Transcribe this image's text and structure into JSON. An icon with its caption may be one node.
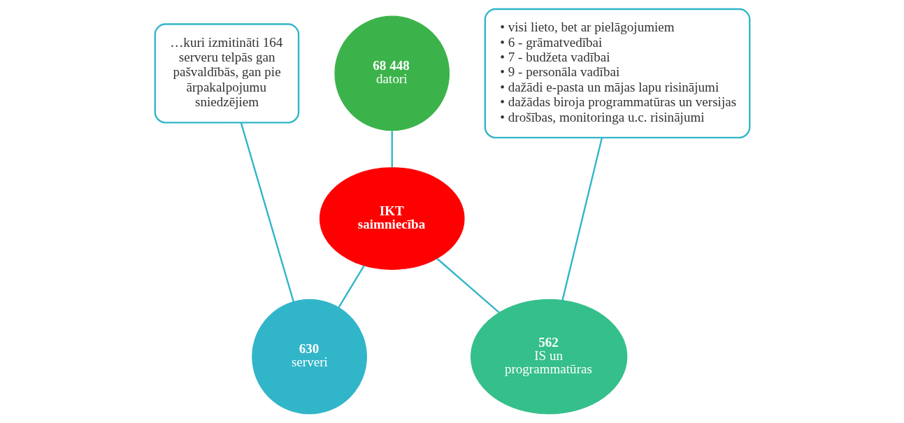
{
  "diagram": {
    "nodes": [
      {
        "text": [
          "IKT saimniecība"
        ]
      },
      {
        "text": [
          "68 448",
          "datori"
        ]
      },
      {
        "text": [
          "630",
          "serveri"
        ]
      },
      {
        "text": [
          "562",
          "IS un programmatūras"
        ]
      },
      {
        "text": [
          "…kuri izmitināti 164 serveru telpās gan pašvaldībās, gan pie ārpakalpojumu sniedzējiem"
        ]
      },
      {
        "text": [
          "• visi lieto, bet ar pielāgojumiem",
          "• 6 - grāmatvedībai",
          "• 7 - budžeta vadībai",
          "• 9 - personāla vadībai",
          "• dažādi e-pasta un mājas lapu risinājumi",
          "• dažādas biroja programmatūras un versijas",
          "• drošības, monitoringa u.c. risinājumi"
        ]
      }
    ],
    "edges": [
      {
        "from": 1,
        "to": 0,
        "arrow": "none"
      },
      {
        "from": 0,
        "to": 2,
        "arrow": "none"
      },
      {
        "from": 0,
        "to": 3,
        "arrow": "none"
      },
      {
        "from": 4,
        "to": 2,
        "arrow": "none"
      },
      {
        "from": 5,
        "to": 3,
        "arrow": "none"
      }
    ]
  }
}
